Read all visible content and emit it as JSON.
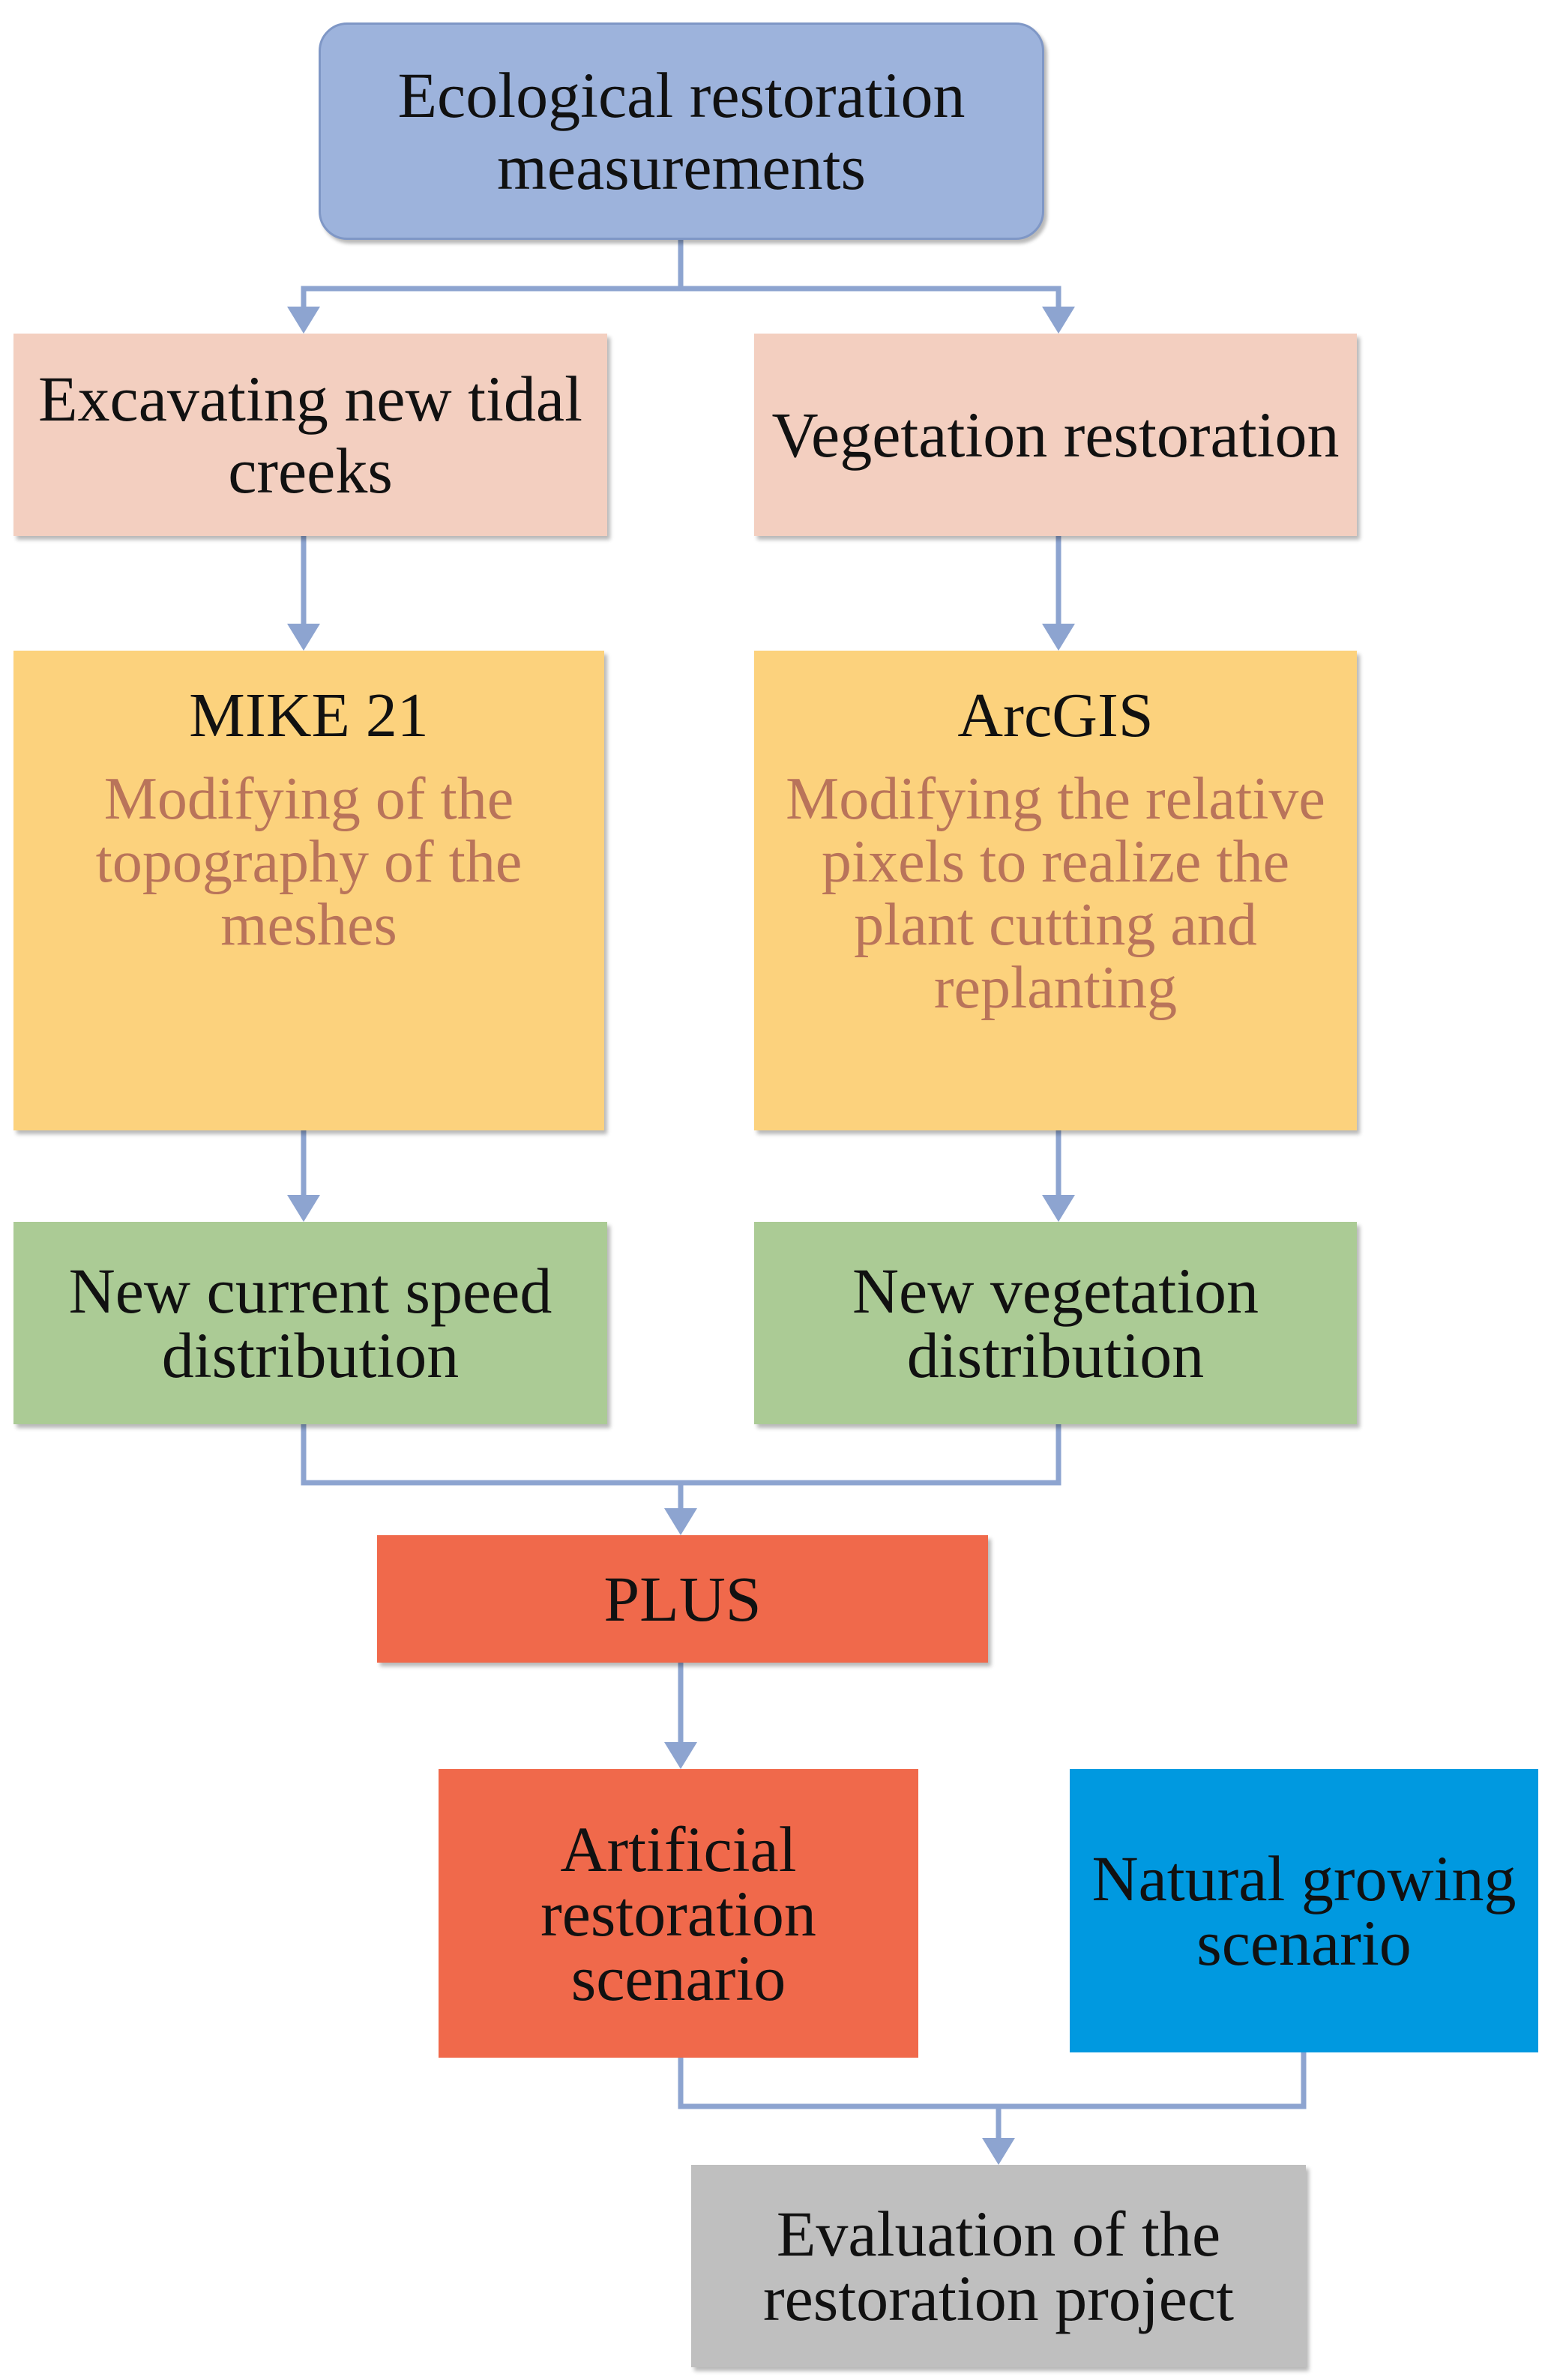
{
  "colors": {
    "top": "#9db3dc",
    "task": "#f3cfc0",
    "tool": "#fcd27d",
    "tool_text": "#b9745a",
    "result": "#abcb95",
    "plus": "#f0694b",
    "artificial": "#f0694b",
    "natural": "#0099e0",
    "evaluation": "#bfbfbf",
    "connector": "#8da4d0"
  },
  "nodes": {
    "ecological": {
      "label": "Ecological restoration measurements"
    },
    "excavating": {
      "label": "Excavating new tidal creeks"
    },
    "vegetation": {
      "label": "Vegetation restoration"
    },
    "mike21": {
      "tool": "MIKE 21",
      "description": "Modifying of the topography of the meshes"
    },
    "arcgis": {
      "tool": "ArcGIS",
      "description": "Modifying the relative pixels to realize the plant cutting and replanting"
    },
    "current_speed": {
      "label": "New current speed distribution"
    },
    "new_vegetation": {
      "label": "New vegetation distribution"
    },
    "plus": {
      "label": "PLUS"
    },
    "artificial": {
      "label": "Artificial restoration scenario"
    },
    "natural": {
      "label": "Natural growing scenario"
    },
    "evaluation": {
      "label": "Evaluation of the restoration project"
    }
  },
  "edges": [
    {
      "from": "ecological",
      "to": "excavating"
    },
    {
      "from": "ecological",
      "to": "vegetation"
    },
    {
      "from": "excavating",
      "to": "mike21"
    },
    {
      "from": "vegetation",
      "to": "arcgis"
    },
    {
      "from": "mike21",
      "to": "current_speed"
    },
    {
      "from": "arcgis",
      "to": "new_vegetation"
    },
    {
      "from": "current_speed",
      "to": "plus"
    },
    {
      "from": "new_vegetation",
      "to": "plus"
    },
    {
      "from": "plus",
      "to": "artificial"
    },
    {
      "from": "artificial",
      "to": "evaluation"
    },
    {
      "from": "natural",
      "to": "evaluation"
    }
  ]
}
